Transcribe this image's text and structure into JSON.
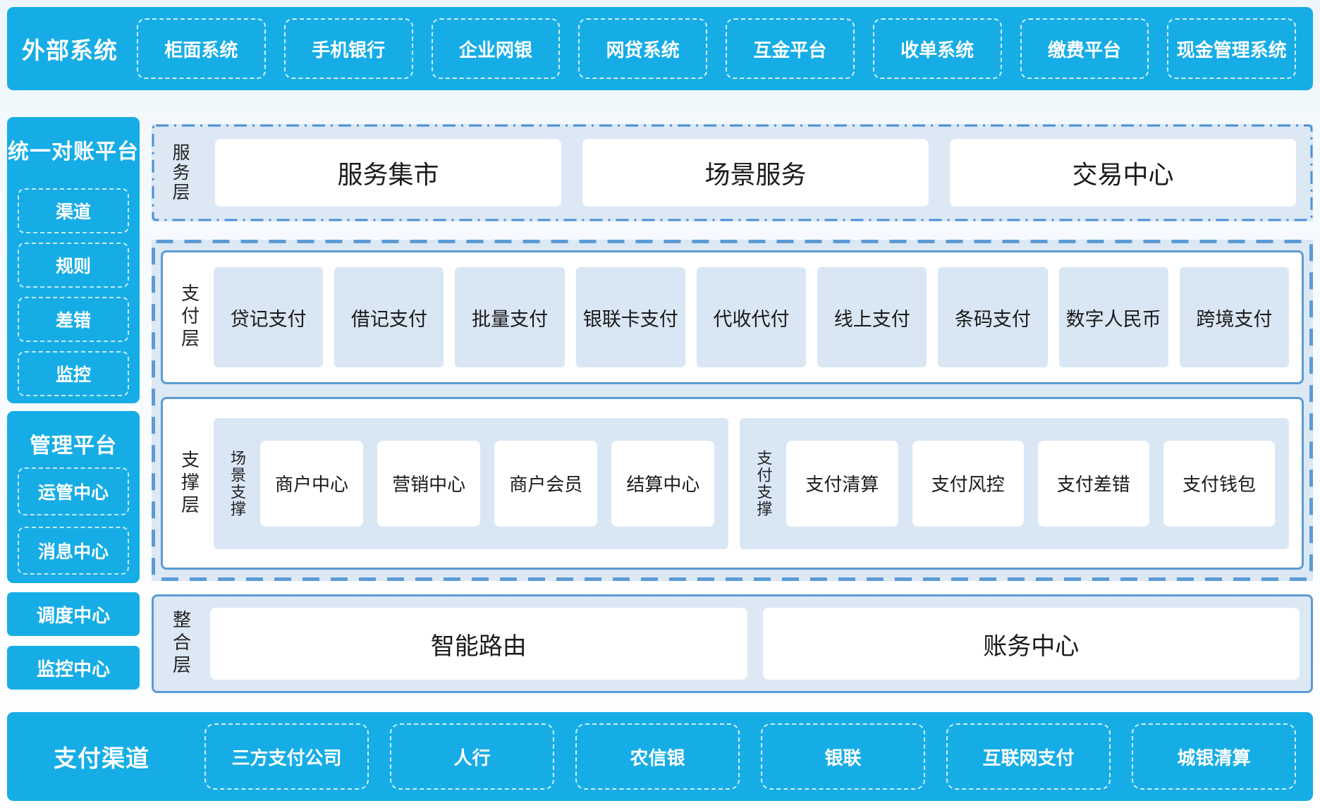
{
  "colors": {
    "accent_blue": "#16ade6",
    "panel_fill": "#dde8f5",
    "box_fill": "#d9e6f4",
    "border_blue": "#5b9bd5",
    "dashdot_blue": "#4a90d8",
    "text_dark": "#1a1a1a",
    "text_light": "#ffffff"
  },
  "top_bar": {
    "title": "外部系统",
    "items": [
      "柜面系统",
      "手机银行",
      "企业网银",
      "网贷系统",
      "互金平台",
      "收单系统",
      "缴费平台",
      "现金管理系统"
    ]
  },
  "sidebar": {
    "reconciliation": {
      "title": "统一对账平台",
      "items": [
        "渠道",
        "规则",
        "差错",
        "监控"
      ]
    },
    "management": {
      "title": "管理平台",
      "items": [
        "运管中心",
        "消息中心"
      ]
    },
    "standalone": [
      "调度中心",
      "监控中心"
    ]
  },
  "service_layer": {
    "label": "服务层",
    "items": [
      "服务集市",
      "场景服务",
      "交易中心"
    ]
  },
  "payment_layer": {
    "label": "支付层",
    "items": [
      "贷记支付",
      "借记支付",
      "批量支付",
      "银联卡支付",
      "代收代付",
      "线上支付",
      "条码支付",
      "数字人民币",
      "跨境支付"
    ]
  },
  "support_layer": {
    "label": "支撑层",
    "groups": [
      {
        "label": "场景支撑",
        "items": [
          "商户中心",
          "营销中心",
          "商户会员",
          "结算中心"
        ]
      },
      {
        "label": "支付支撑",
        "items": [
          "支付清算",
          "支付风控",
          "支付差错",
          "支付钱包"
        ]
      }
    ]
  },
  "integration_layer": {
    "label": "整合层",
    "items": [
      "智能路由",
      "账务中心"
    ]
  },
  "bottom_bar": {
    "title": "支付渠道",
    "items": [
      "三方支付公司",
      "人行",
      "农信银",
      "银联",
      "互联网支付",
      "城银清算"
    ]
  }
}
